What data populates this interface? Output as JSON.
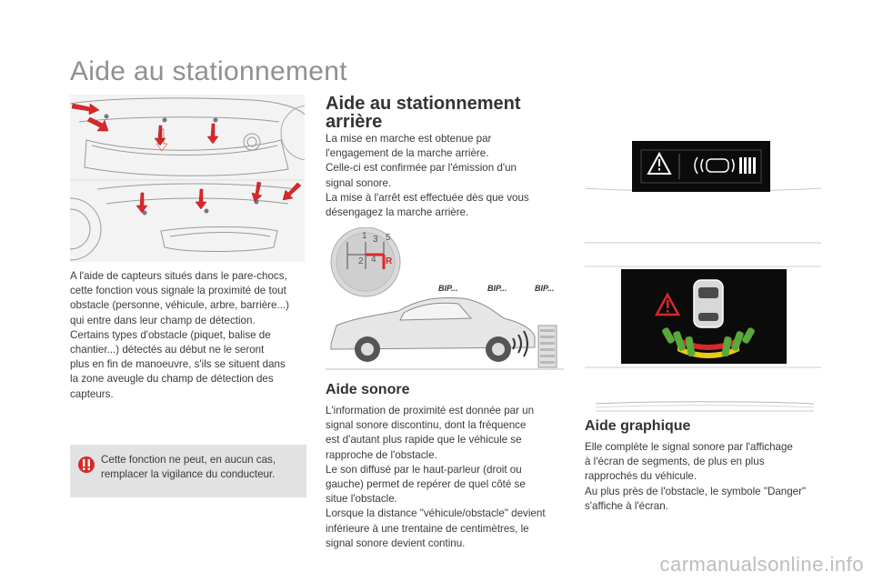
{
  "page": {
    "title": "Aide au stationnement",
    "watermark": "carmanualsonline.info"
  },
  "left": {
    "intro": "A l'aide de capteurs situés dans le pare-chocs,\ncette fonction vous signale la proximité de tout\nobstacle (personne, véhicule, arbre, barrière...)\nqui entre dans leur champ de détection.\nCertains types d'obstacle (piquet, balise de\nchantier...) détectés au début ne le seront\nplus en fin de manoeuvre, s'ils se situent dans\nla zone aveugle du champ de détection des\ncapteurs.",
    "warning": "Cette fonction ne peut, en aucun cas,\nremplacer la vigilance du conducteur."
  },
  "middle": {
    "rear_heading": "Aide au stationnement\narrière",
    "rear_text": "La mise en marche est obtenue par\nl'engagement de la marche arrière.\nCelle-ci est confirmée par l'émission d'un\nsignal sonore.\nLa mise à l'arrêt est effectuée dès que vous\ndésengagez la marche arrière.",
    "gear_numbers": [
      "1",
      "3",
      "5",
      "2",
      "4",
      "R"
    ],
    "bip_labels": [
      "BIP...",
      "BIP...",
      "BIP..."
    ],
    "sound_heading": "Aide sonore",
    "sound_text": "L'information de proximité est donnée par un\nsignal sonore discontinu, dont la fréquence\nest d'autant plus rapide que le véhicule se\nrapproche de l'obstacle.\nLe son diffusé par le haut-parleur (droit ou\ngauche) permet de repérer de quel côté se\nsitue l'obstacle.\nLorsque la distance \"véhicule/obstacle\" devient\ninférieure à une trentaine de centimètres, le\nsignal sonore devient continu."
  },
  "right": {
    "graphic_heading": "Aide graphique",
    "graphic_text": "Elle complète le signal sonore par l'affichage\nà l'écran de segments, de plus en plus\nrapprochés du véhicule.\nAu plus près de l'obstacle, le symbole \"Danger\"\ns'affiche à l'écran."
  },
  "colors": {
    "sensor_arrow": "#d8282b",
    "segment_green": "#5aa83a",
    "segment_yellow": "#e8c81a",
    "segment_red": "#d8282b",
    "screen_bg": "#0b0b0b",
    "warn_icon": "#d8282b"
  }
}
